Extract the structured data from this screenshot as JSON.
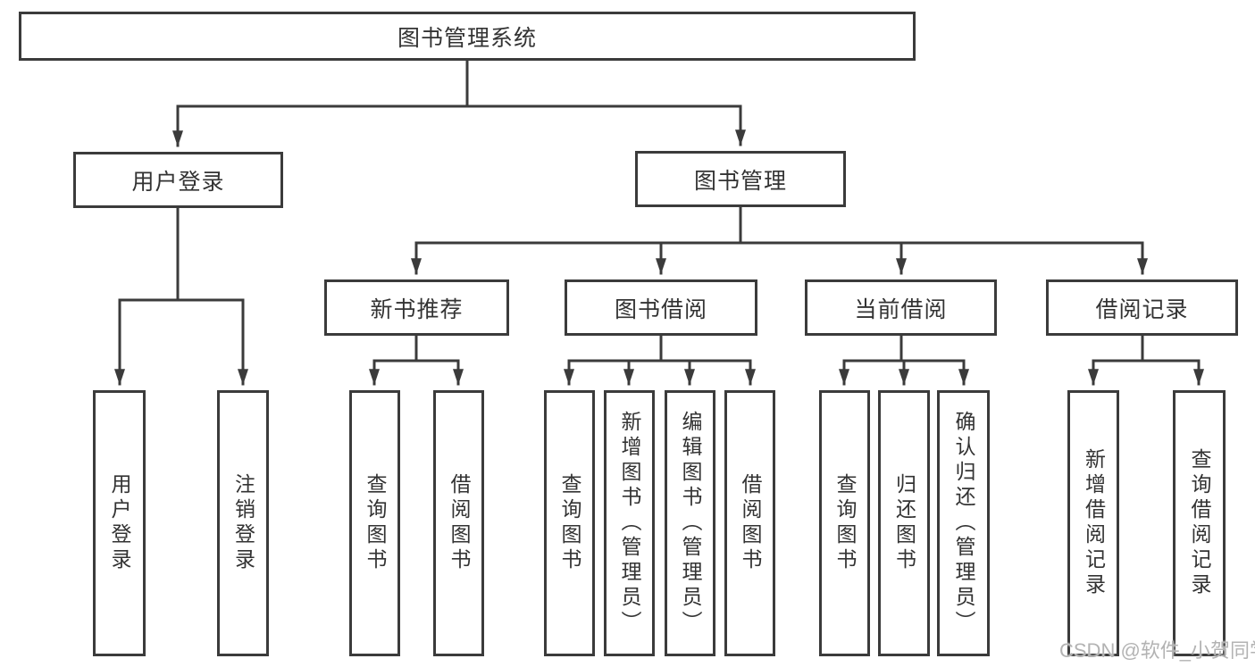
{
  "diagram": {
    "root": {
      "label": "图书管理系统"
    },
    "level2": {
      "user_login": {
        "label": "用户登录"
      },
      "book_mgmt": {
        "label": "图书管理"
      }
    },
    "level3": {
      "new_book_rec": {
        "label": "新书推荐"
      },
      "book_borrow": {
        "label": "图书借阅"
      },
      "current_borrow": {
        "label": "当前借阅"
      },
      "borrow_records": {
        "label": "借阅记录"
      }
    },
    "leaves": {
      "user_login_leaf": {
        "label": "用户登录"
      },
      "logout": {
        "label": "注销登录"
      },
      "nbr_query": {
        "label": "查询图书"
      },
      "nbr_borrow": {
        "label": "借阅图书"
      },
      "bb_query": {
        "label": "查询图书"
      },
      "bb_add": {
        "label": "新增图书（管理员）"
      },
      "bb_edit": {
        "label": "编辑图书（管理员）"
      },
      "bb_borrow": {
        "label": "借阅图书"
      },
      "cb_query": {
        "label": "查询图书"
      },
      "cb_return": {
        "label": "归还图书"
      },
      "cb_confirm": {
        "label": "确认归还（管理员）"
      },
      "br_add": {
        "label": "新增借阅记录"
      },
      "br_query": {
        "label": "查询借阅记录"
      }
    }
  },
  "watermark": {
    "text": "CSDN @软件_小贺同学"
  },
  "colors": {
    "line": "#3b3b3b",
    "text": "#333333",
    "watermark": "#b3b3b3",
    "background": "#ffffff"
  }
}
